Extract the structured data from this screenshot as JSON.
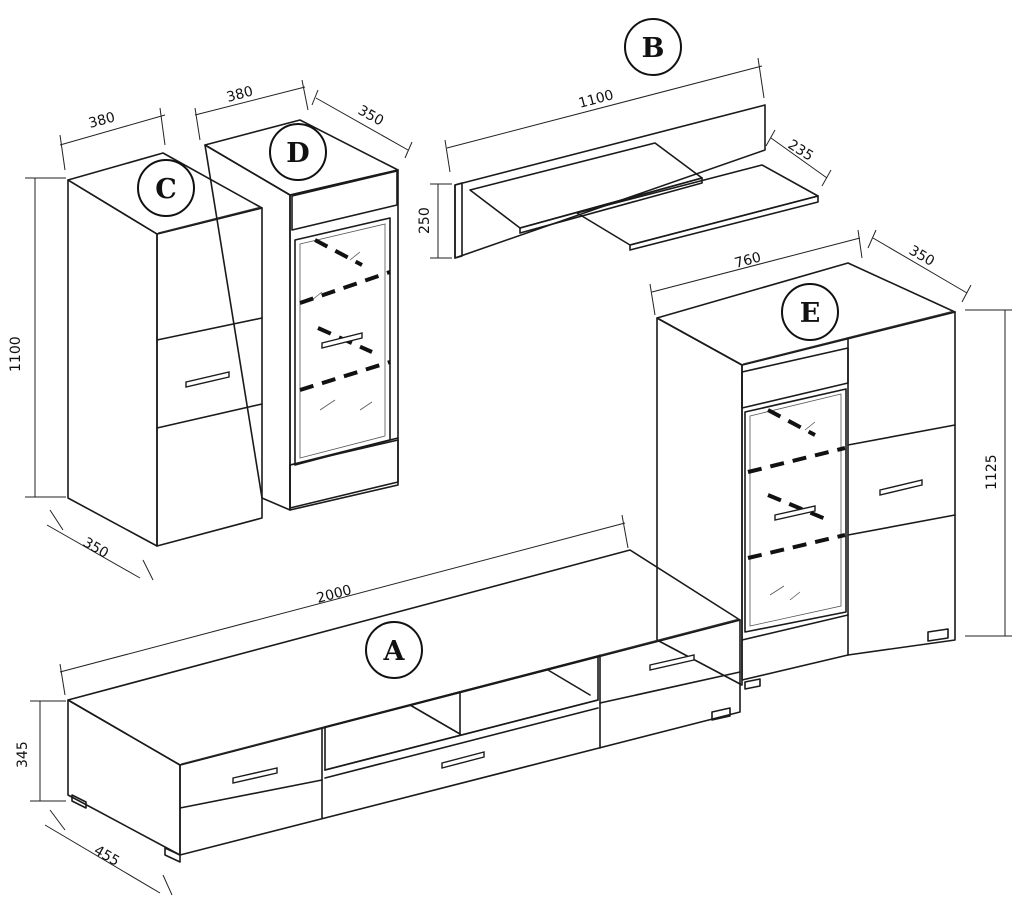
{
  "labels": {
    "a": "A",
    "b": "B",
    "c": "C",
    "d": "D",
    "e": "E"
  },
  "dimensions": {
    "a_width": "2000",
    "a_height": "345",
    "a_depth": "455",
    "b_width": "1100",
    "b_height": "250",
    "b_depth": "235",
    "c_width": "380",
    "c_height": "1100",
    "c_depth": "350",
    "d_width": "380",
    "d_depth": "350",
    "e_width": "760",
    "e_height": "1125",
    "e_depth": "350"
  }
}
